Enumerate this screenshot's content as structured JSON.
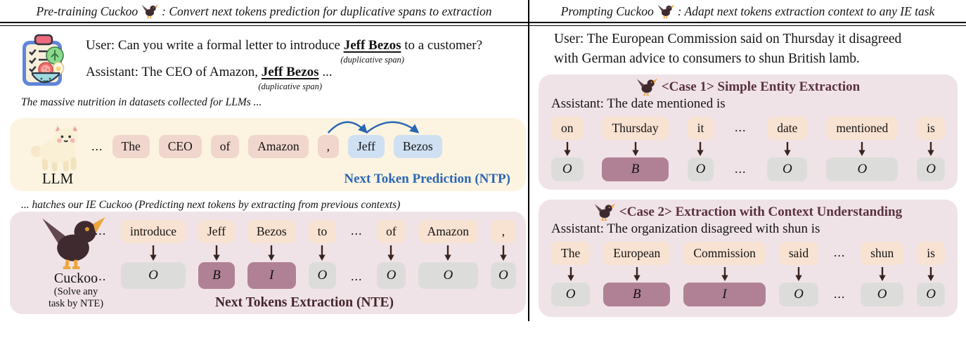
{
  "header": {
    "left_title_prefix": "Pre-training Cuckoo",
    "left_title_suffix": ": Convert next tokens prediction for duplicative spans to extraction",
    "right_title_prefix": "Prompting Cuckoo",
    "right_title_suffix": ": Adapt next tokens extraction context to any IE task"
  },
  "left": {
    "dialogue": {
      "user_prefix": "User: Can you write a formal letter to introduce ",
      "user_span": "Jeff Bezos",
      "user_suffix": " to a customer?",
      "assistant_prefix": "Assistant: The CEO of Amazon, ",
      "assistant_span": "Jeff Bezos",
      "assistant_suffix": " ...",
      "span_note": "(duplicative span)"
    },
    "note_top": "The massive nutrition in datasets collected for LLMs ...",
    "note_mid": "... hatches our IE Cuckoo (Predicting next tokens by extracting from previous contexts)",
    "llm": {
      "label": "LLM",
      "ntp_label": "Next Token Prediction (NTP)",
      "tokens": [
        {
          "t": "...",
          "k": "ellipsis"
        },
        {
          "t": "The",
          "k": "pink"
        },
        {
          "t": "CEO",
          "k": "pink"
        },
        {
          "t": "of",
          "k": "pink"
        },
        {
          "t": "Amazon",
          "k": "pink"
        },
        {
          "t": ",",
          "k": "pink"
        },
        {
          "t": "Jeff",
          "k": "blue"
        },
        {
          "t": "Bezos",
          "k": "blue"
        }
      ],
      "arc_indices": [
        5,
        6,
        7
      ]
    },
    "cuckoo": {
      "label": "Cuckoo",
      "sublabel_line1": "(Solve any",
      "sublabel_line2": "task by NTE)",
      "nte_label": "Next Tokens Extraction (NTE)",
      "columns": [
        {
          "token": "...",
          "tag": "...",
          "type": "ellipsis"
        },
        {
          "token": "introduce",
          "tag": "O",
          "type": "O"
        },
        {
          "token": "Jeff",
          "tag": "B",
          "type": "B"
        },
        {
          "token": "Bezos",
          "tag": "I",
          "type": "I"
        },
        {
          "token": "to",
          "tag": "O",
          "type": "O"
        },
        {
          "token": "...",
          "tag": "...",
          "type": "ellipsis"
        },
        {
          "token": "of",
          "tag": "O",
          "type": "O"
        },
        {
          "token": "Amazon",
          "tag": "O",
          "type": "O"
        },
        {
          "token": ",",
          "tag": "O",
          "type": "O"
        }
      ]
    }
  },
  "right": {
    "user_line1": "User: The European Commission said on Thursday it disagreed",
    "user_line2": "with German advice to consumers to shun British lamb.",
    "case1": {
      "title": "<Case 1> Simple Entity Extraction",
      "assistant": "Assistant: The date mentioned is",
      "columns": [
        {
          "token": "on",
          "tag": "O",
          "type": "O"
        },
        {
          "token": "Thursday",
          "tag": "B",
          "type": "B"
        },
        {
          "token": "it",
          "tag": "O",
          "type": "O"
        },
        {
          "token": "...",
          "tag": "...",
          "type": "ellipsis"
        },
        {
          "token": "date",
          "tag": "O",
          "type": "O"
        },
        {
          "token": "mentioned",
          "tag": "O",
          "type": "O"
        },
        {
          "token": "is",
          "tag": "O",
          "type": "O"
        }
      ]
    },
    "case2": {
      "title": "<Case 2> Extraction with Context Understanding",
      "assistant": "Assistant: The organization disagreed with shun is",
      "columns": [
        {
          "token": "The",
          "tag": "O",
          "type": "O"
        },
        {
          "token": "European",
          "tag": "B",
          "type": "B"
        },
        {
          "token": "Commission",
          "tag": "I",
          "type": "I"
        },
        {
          "token": "said",
          "tag": "O",
          "type": "O"
        },
        {
          "token": "...",
          "tag": "...",
          "type": "ellipsis"
        },
        {
          "token": "shun",
          "tag": "O",
          "type": "O"
        },
        {
          "token": "is",
          "tag": "O",
          "type": "O"
        }
      ]
    }
  },
  "colors": {
    "ntp_blue": "#2b66b3",
    "maroon": "#5a3140",
    "maroon_dark": "#45262e",
    "peach_token": "#f8e2d2",
    "pink_token": "#f1d6cd",
    "blue_token": "#cfe0f2",
    "gray_tag": "#dcddda",
    "mauve_tag": "#b08194",
    "cream_band": "#fcf4e1",
    "rose_band": "#f0e3e7",
    "arrow_dark": "#3a231f"
  }
}
